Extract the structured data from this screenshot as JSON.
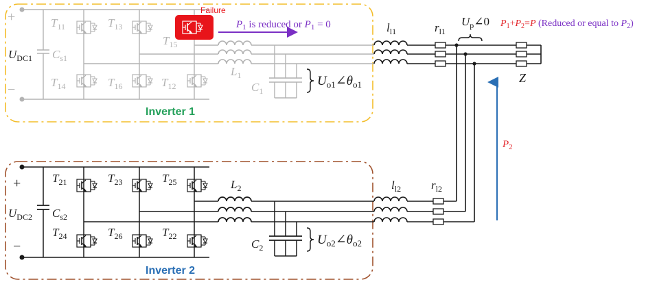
{
  "colors": {
    "faded": "#b3b3b3",
    "line": "#1a1a1a",
    "box1_border": "#f3bd2a",
    "box2_border": "#a0522d",
    "failure": "#e8141a",
    "purple": "#7a2fc4",
    "green": "#24a05a",
    "blue": "#2a6fb5",
    "p2_arrow": "#2a6fb5",
    "p2_text": "#e3262b"
  },
  "inverter1": {
    "title": "Inverter 1",
    "dc_base": "U",
    "dc_sub": "DC1",
    "plus": "+",
    "minus": "−",
    "cap_base": "C",
    "cap_sub": "s1",
    "switches": [
      {
        "base": "T",
        "sub": "11"
      },
      {
        "base": "T",
        "sub": "13"
      },
      {
        "base": "T",
        "sub": "15"
      },
      {
        "base": "T",
        "sub": "14"
      },
      {
        "base": "T",
        "sub": "16"
      },
      {
        "base": "T",
        "sub": "12"
      }
    ],
    "failure_label": "Failure",
    "inductor_base": "L",
    "inductor_sub": "1",
    "filter_cap_base": "C",
    "filter_cap_sub": "1",
    "voltage": {
      "u": "U",
      "u_sub": "o1",
      "angle": "∠θ",
      "theta_sub": "o1"
    },
    "power_note": {
      "p": "P",
      "p_sub": "1",
      "mid": " is reduced or ",
      "p2": "P",
      "p2_sub": "1",
      "end": " = 0"
    }
  },
  "inverter2": {
    "title": "Inverter 2",
    "dc_base": "U",
    "dc_sub": "DC2",
    "plus": "+",
    "minus": "−",
    "cap_base": "C",
    "cap_sub": "s2",
    "switches": [
      {
        "base": "T",
        "sub": "21"
      },
      {
        "base": "T",
        "sub": "23"
      },
      {
        "base": "T",
        "sub": "25"
      },
      {
        "base": "T",
        "sub": "24"
      },
      {
        "base": "T",
        "sub": "26"
      },
      {
        "base": "T",
        "sub": "22"
      }
    ],
    "inductor_base": "L",
    "inductor_sub": "2",
    "filter_cap_base": "C",
    "filter_cap_sub": "2",
    "voltage": {
      "u": "U",
      "u_sub": "o2",
      "angle": "∠θ",
      "theta_sub": "o2"
    }
  },
  "line1": {
    "l_base": "l",
    "l_sub": "l1",
    "r_base": "r",
    "r_sub": "l1"
  },
  "line2": {
    "l_base": "l",
    "l_sub": "l2",
    "r_base": "r",
    "r_sub": "l2"
  },
  "bus_voltage": {
    "u": "U",
    "u_sub": "p",
    "angle": "∠0"
  },
  "load": {
    "label": "Z"
  },
  "power_sum": {
    "p1": "P",
    "p1_sub": "1",
    "plus": "+",
    "p2": "P",
    "p2_sub": "2",
    "eq": "=",
    "p": "P",
    "note": " (Reduced or equal to ",
    "note_p": "P",
    "note_sub": "2",
    "note_end": ")"
  },
  "p2_label": {
    "base": "P",
    "sub": "2"
  }
}
